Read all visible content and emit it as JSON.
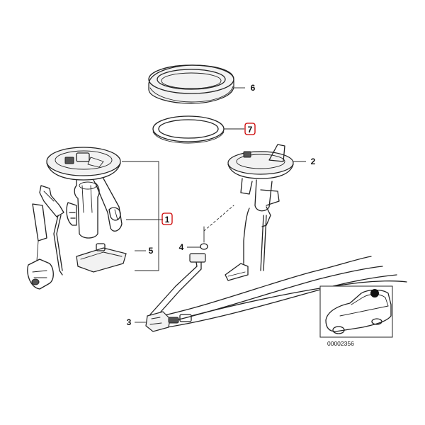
{
  "diagram": {
    "reference_code": "00002356",
    "highlight_color": "#cc0000",
    "callouts": [
      {
        "id": "1",
        "label": "1",
        "highlighted": true
      },
      {
        "id": "2",
        "label": "2",
        "highlighted": false
      },
      {
        "id": "3",
        "label": "3",
        "highlighted": false
      },
      {
        "id": "4",
        "label": "4",
        "highlighted": false
      },
      {
        "id": "5",
        "label": "5",
        "highlighted": false
      },
      {
        "id": "6",
        "label": "6",
        "highlighted": false
      },
      {
        "id": "7",
        "label": "7",
        "highlighted": true
      }
    ]
  }
}
